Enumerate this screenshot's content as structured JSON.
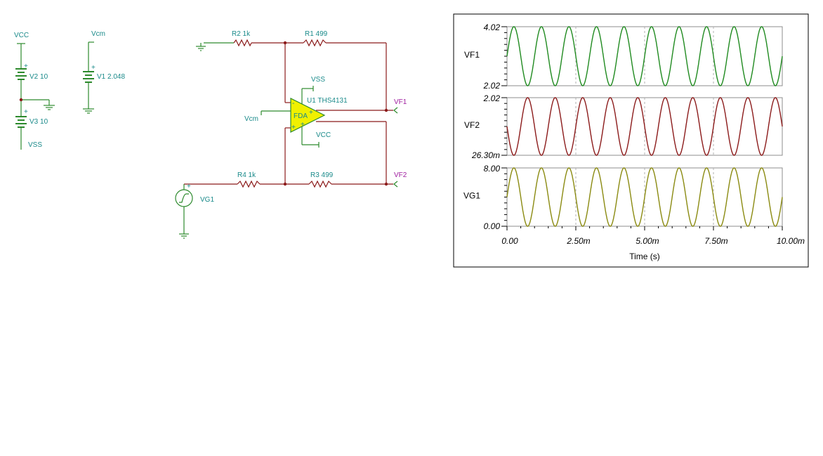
{
  "schematic": {
    "labels": {
      "vcc_left": "VCC",
      "vcm_top": "Vcm",
      "v2": "V2 10",
      "v1": "V1 2.048",
      "v3": "V3 10",
      "vss_left": "VSS",
      "r2": "R2 1k",
      "r1": "R1 499",
      "vss_amp": "VSS",
      "u1": "U1 THS4131",
      "vf1": "VF1",
      "vcm_amp": "Vcm",
      "fda": "FDA",
      "vcc_amp": "VCC",
      "vf2": "VF2",
      "r4": "R4 1k",
      "r3": "R3 499",
      "vg1": "VG1",
      "plus": "+",
      "minus": "-"
    },
    "colors": {
      "wire": "#8b1a1a",
      "supply": "#2d8a2d",
      "opamp_fill": "#f0f000",
      "label": "#1a8a8a",
      "net": "#a020a0"
    }
  },
  "chart_data": {
    "type": "line",
    "xlabel": "Time (s)",
    "x_ticks": [
      "0.00",
      "2.50m",
      "5.00m",
      "7.50m",
      "10.00m"
    ],
    "xlim": [
      0,
      0.01
    ],
    "grid": true,
    "panels": [
      {
        "name": "VF1",
        "color": "#1f8a1f",
        "y_ticks": [
          "4.02",
          "2.02"
        ],
        "ylim": [
          2.02,
          4.02
        ],
        "frequency_hz": 1000,
        "amplitude": 1.0,
        "offset": 3.02,
        "phase": "sine"
      },
      {
        "name": "VF2",
        "color": "#8b1a1a",
        "y_ticks": [
          "2.02",
          "26.30m"
        ],
        "ylim": [
          0.0263,
          2.02
        ],
        "frequency_hz": 1000,
        "amplitude": 0.997,
        "offset": 1.023,
        "phase": "inverted"
      },
      {
        "name": "VG1",
        "color": "#8a8a10",
        "y_ticks": [
          "8.00",
          "0.00"
        ],
        "ylim": [
          0,
          8
        ],
        "frequency_hz": 1000,
        "amplitude": 4,
        "offset": 4,
        "phase": "sine"
      }
    ]
  }
}
